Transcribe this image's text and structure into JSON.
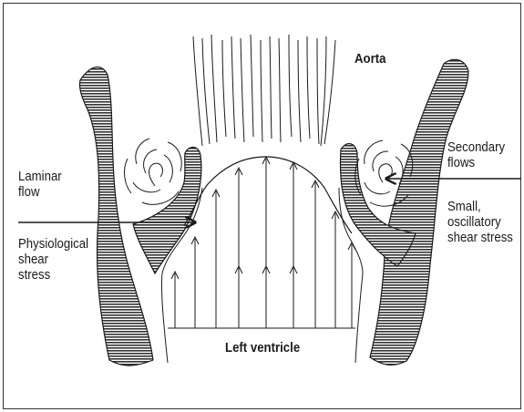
{
  "labels": {
    "aorta": "Aorta",
    "laminar_flow": "Laminar\nflow",
    "physiological": "Physiological\nshear\nstress",
    "secondary_flows": "Secondary\nflows",
    "small_oscillatory": "Small,\noscillatory\nshear stress",
    "left_ventricle": "Left ventricle"
  },
  "colors": {
    "ink": "#1a1a1a",
    "wall_hatch": "#333333",
    "background": "#ffffff"
  }
}
